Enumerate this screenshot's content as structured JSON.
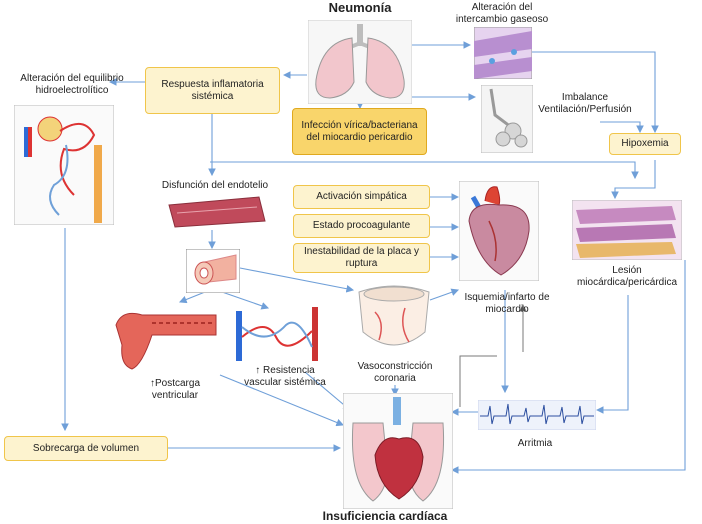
{
  "title_top": "Neumonía",
  "title_bottom": "Insuficiencia cardíaca",
  "labels": {
    "gas_exchange": "Alteración del intercambio gaseoso",
    "electrolyte": "Alteración del equilibrio hidroelectrolítico",
    "imbalance": "Imbalance Ventilación/Perfusión",
    "endothelium": "Disfunción del endotelio",
    "postload": "↑Postcarga ventricular",
    "resistance": "↑ Resistencia vascular sistémica",
    "vasoconstriction": "Vasoconstricción coronaria",
    "ischemia": "Isquemia/infarto de miocardio",
    "lesion": "Lesión miocárdica/pericárdica",
    "arrhythmia": "Arritmia"
  },
  "boxes": {
    "inflammatory": "Respuesta inflamatoria sistémica",
    "infection": "Infección vírica/bacteriana del miocardio pericardio",
    "hypoxemia": "Hipoxemia",
    "sympathetic": "Activación simpática",
    "procoagulant": "Estado procoagulante",
    "plaque": "Inestabilidad de la placa y ruptura",
    "volume": "Sobrecarga de volumen"
  },
  "colors": {
    "box_fill": "#fdf3cf",
    "box_border": "#f0c54a",
    "arrow": "#6f9fd8"
  }
}
